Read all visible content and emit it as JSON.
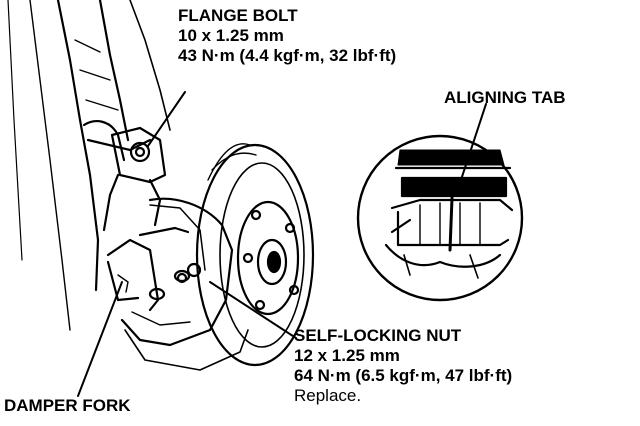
{
  "callouts": {
    "flange_bolt": {
      "title": "FLANGE BOLT",
      "size": "10 x 1.25 mm",
      "torque": "43 N·m (4.4 kgf·m, 32 lbf·ft)"
    },
    "aligning_tab": {
      "title": "ALIGNING TAB"
    },
    "self_locking_nut": {
      "title": "SELF-LOCKING NUT",
      "size": "12 x 1.25 mm",
      "torque": "64 N·m (6.5 kgf·m, 47 lbf·ft)",
      "note": "Replace."
    },
    "damper_fork": {
      "title": "DAMPER FORK"
    }
  },
  "colors": {
    "ink": "#000000",
    "paper": "#ffffff"
  }
}
